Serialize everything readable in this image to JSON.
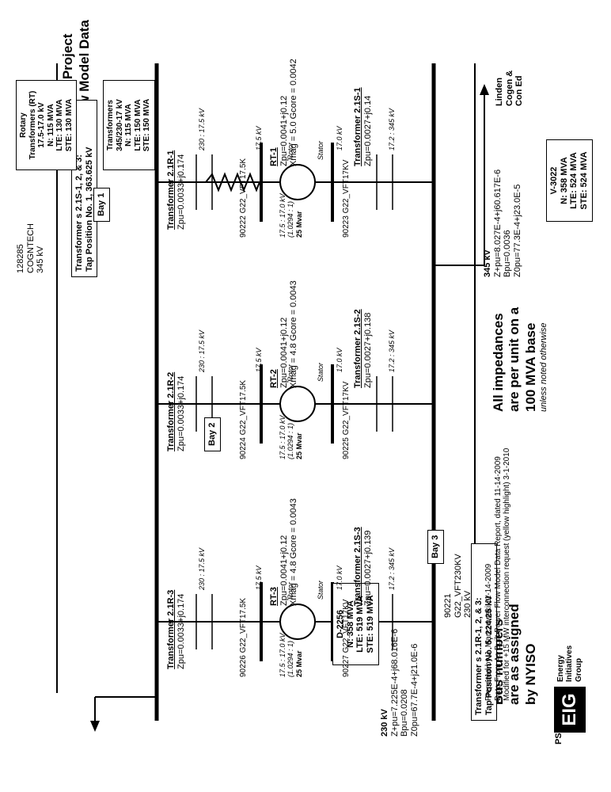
{
  "title": [
    "Linden VFT Project",
    "Power Flow Model Data"
  ],
  "note_impedance": [
    "All impedances",
    "are per unit on a",
    "100 MVA base"
  ],
  "note_impedance_sub": "unless noted otherwise",
  "note_bus": [
    "Bus numbers",
    "are as assigned",
    "by NYISO"
  ],
  "ends": {
    "left": "PSE&G",
    "right": [
      "Linden",
      "Cogen &",
      "Con Ed"
    ]
  },
  "bus_left": {
    "number": "90221",
    "name": "G22_VFT230KV",
    "kv": "230 kV"
  },
  "bus_right": {
    "number": "128285",
    "name": "COGNTECH",
    "kv": "345 kV"
  },
  "boxes": {
    "tap_left": [
      "Transformer s 2.1R-1, 2, & 3:",
      "Tap Position No. 5, 224.25 kV"
    ],
    "tap_right": [
      "Transformer s 2.1S-1, 2, & 3:",
      "Tap Position No. 1, 363.625 kV"
    ],
    "d_line": [
      "D-2256",
      "N: 358 MVA",
      "LTE: 519 MVA",
      "STE: 519 MVA"
    ],
    "v_line": [
      "V-3022",
      "N: 358 MVA",
      "LTE: 524 MVA",
      "STE: 524 MVA"
    ],
    "xfmr_rating": [
      "Transformers",
      "345/230-17 kV",
      "N: 115 MVA",
      "LTE: 150 MVA",
      "STE: 150 MVA"
    ],
    "rt_rating": [
      "Rotary",
      "Transformers (RT)",
      "17.5-17.0 kV",
      "N: 115 MVA",
      "LTE: 130 MVA",
      "STE: 130 MVA"
    ]
  },
  "line_d": {
    "kv": "230 kV",
    "z": "Z+pu=7.225E-4+j68.016E-6",
    "b": "Bpu=0.0208",
    "z0": "Z0pu=67.7E-4+j21.0E-6"
  },
  "line_v": {
    "kv": "345 kV",
    "z": "Z+pu=8.027E-4+j60.617E-6",
    "b": "Bpu=0.0036",
    "z0": "Z0pu=77.3E-4+j23.0E-5"
  },
  "bays": [
    {
      "label": "Bay 1",
      "tr": {
        "name": "Transformer 2.1R-1",
        "z": "Zpu=0.0033+j0.174",
        "ratio": "230 : 17.5 kV",
        "kv": "17.5 kV"
      },
      "bus_a": {
        "number": "90222",
        "name": "G22_VFT17.5K"
      },
      "rt": {
        "name": "RT-1",
        "z": "Zpu=0.0041+j0.12",
        "x": "Xmag = 5.0  Gcore = 0.0042",
        "rotor": "Rotor",
        "stator": "Stator",
        "ratio": "17.5 : 17.0 kV",
        "ratio2": "(1.0294 : 1)",
        "mvar": "25 Mvar"
      },
      "ts": {
        "name": "Transformer 2.1S-1",
        "z": "Zpu=0.0027+j0.14",
        "ratio": "17.2 : 345 kV",
        "kv": "17.0 kV"
      },
      "bus_b": {
        "number": "90223",
        "name": "G22_VFT17KV"
      }
    },
    {
      "label": "Bay 2",
      "tr": {
        "name": "Transformer 2.1R-2",
        "z": "Zpu=0.0033+j0.174",
        "ratio": "230 : 17.5 kV",
        "kv": "17.5 kV"
      },
      "bus_a": {
        "number": "90224",
        "name": "G22_VFT17.5K"
      },
      "rt": {
        "name": "RT-2",
        "z": "Zpu=0.0041+j0.12",
        "x": "Xmag = 4.8  Gcore = 0.0043",
        "rotor": "Rotor",
        "stator": "Stator",
        "ratio": "17.5 : 17.0 kV",
        "ratio2": "(1.0294 : 1)",
        "mvar": "25 Mvar"
      },
      "ts": {
        "name": "Transformer 2.1S-2",
        "z": "Zpu=0.0027+j0.138",
        "ratio": "17.2 : 345 kV",
        "kv": "17.0 kV"
      },
      "bus_b": {
        "number": "90225",
        "name": "G22_VFT17KV"
      }
    },
    {
      "label": "Bay 3",
      "tr": {
        "name": "Transformer 2.1R-3",
        "z": "Zpu=0.0033+j0.174",
        "ratio": "230 : 17.5 kV",
        "kv": "17.5 kV"
      },
      "bus_a": {
        "number": "90226",
        "name": "G22_VFT17.5K"
      },
      "rt": {
        "name": "RT-3",
        "z": "Zpu=0.0041+j0.12",
        "x": "Xmag = 4.8  Gcore = 0.0043",
        "rotor": "Rotor",
        "stator": "Stator",
        "ratio": "17.5 : 17.0 kV",
        "ratio2": "(1.0294 : 1)",
        "mvar": "25 Mvar"
      },
      "ts": {
        "name": "Transformer 2.1S-3",
        "z": "Zpu=0.0027+j0.139",
        "ratio": "17.2 : 345 kV",
        "kv": "17.0 kV"
      },
      "bus_b": {
        "number": "90227",
        "name": "G22_VFT17KV"
      }
    }
  ],
  "footer": {
    "line1": "Prepared by J. Marczewski 11-14-2009",
    "line2": "Data From As Built Power Flow Model Data Report, dated 11-14-2009",
    "line3": "Modified for +15 MW interconnection request (yellow highlight) 3-1-2010"
  },
  "logo": {
    "mark": "EIG",
    "name": [
      "Energy",
      "Initiatives",
      "Group"
    ]
  }
}
